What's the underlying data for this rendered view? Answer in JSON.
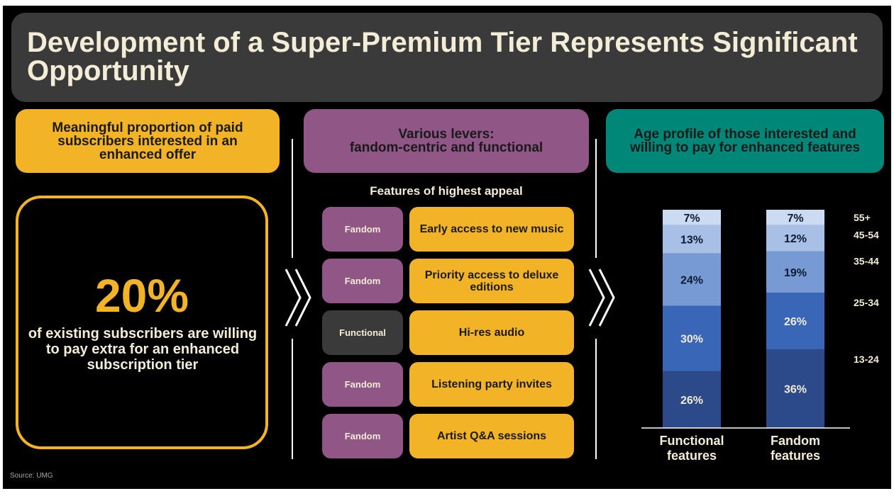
{
  "title": "Development of a Super-Premium Tier Represents Significant Opportunity",
  "panels": {
    "left_header": [
      "Meaningful proportion of paid",
      "subscribers interested in an",
      "enhanced offer"
    ],
    "middle_header": [
      "Various levers:",
      "fandom-centric and functional"
    ],
    "right_header": [
      "Age profile of those interested and",
      "willing to pay for enhanced features"
    ]
  },
  "stat": {
    "value": "20%",
    "caption": "of existing subscribers are willing to pay extra for an enhanced subscription tier"
  },
  "features": {
    "heading": "Features of highest appeal",
    "items": [
      {
        "tag": "Fandom",
        "feature": "Early access to new music"
      },
      {
        "tag": "Fandom",
        "feature": "Priority access to deluxe editions"
      },
      {
        "tag": "Functional",
        "feature": "Hi-res audio"
      },
      {
        "tag": "Fandom",
        "feature": "Listening party invites"
      },
      {
        "tag": "Fandom",
        "feature": "Artist Q&A sessions"
      }
    ]
  },
  "source": "Source: UMG",
  "colors": {
    "yellow": "#f2b426",
    "purple": "#8f5686",
    "teal": "#008778",
    "dark_gray": "#3a3a3a",
    "cream": "#f3ecd6",
    "seg_13_24": "#2c4a8a",
    "seg_25_34": "#3a66b8",
    "seg_35_44": "#7799d4",
    "seg_45_54": "#a9c0e6",
    "seg_55_plus": "#ccdaf2"
  },
  "chart_data": {
    "type": "bar",
    "stacked": true,
    "normalized": true,
    "categories": [
      "Functional features",
      "Fandom features"
    ],
    "series": [
      {
        "name": "13-24",
        "values": [
          26,
          36
        ]
      },
      {
        "name": "25-34",
        "values": [
          30,
          26
        ]
      },
      {
        "name": "35-44",
        "values": [
          24,
          19
        ]
      },
      {
        "name": "45-54",
        "values": [
          13,
          12
        ]
      },
      {
        "name": "55+",
        "values": [
          7,
          7
        ]
      }
    ],
    "value_labels": [
      [
        "26%",
        "36%"
      ],
      [
        "30%",
        "26%"
      ],
      [
        "24%",
        "19%"
      ],
      [
        "13%",
        "12%"
      ],
      [
        "7%",
        "7%"
      ]
    ],
    "category_labels": [
      [
        "Functional",
        "features"
      ],
      [
        "Fandom",
        "features"
      ]
    ],
    "legend": "right"
  }
}
